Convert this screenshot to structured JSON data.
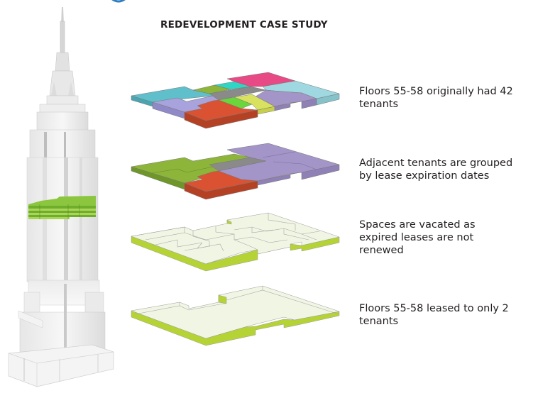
{
  "title": "REDEVELOPMENT CASE STUDY",
  "steps": [
    {
      "caption": "Floors 55-58 originally had 42 tenants",
      "line1": "Floors 55-58 originally had 42",
      "line2": "tenants",
      "line3": "",
      "illustration": "multi-tenant-floor-plate"
    },
    {
      "caption": "Adjacent tenants are grouped by lease expiration dates",
      "line1": "Adjacent tenants are grouped",
      "line2": "by lease expiration dates",
      "line3": "",
      "illustration": "grouped-tenant-floor-plate"
    },
    {
      "caption": "Spaces are vacated as expired leases are not renewed",
      "line1": "Spaces are vacated as",
      "line2": "expired leases are not",
      "line3": "renewed",
      "illustration": "vacated-floor-plate"
    },
    {
      "caption": "Floors 55-58 leased to only 2 tenants",
      "line1": "Floors 55-58 leased to only 2",
      "line2": "tenants",
      "line3": "",
      "illustration": "consolidated-floor-plate"
    }
  ],
  "colors": {
    "text": "#231f20",
    "highlight_green": "#8cc63f",
    "floor_green": "#b5d334",
    "floor_top": "#f1f6e4",
    "teal": "#5fbfcb",
    "lavender": "#a8a3dc",
    "orange_red": "#db5232",
    "olive_green": "#8db53a",
    "cyan": "#2fd6c4",
    "magenta": "#e84a86",
    "light_blue": "#9fd8e0",
    "purple": "#a495c8",
    "yellow": "#d8e25e",
    "bright_green": "#6ad63c",
    "corridor_gray": "#8a8a8a"
  },
  "building": {
    "name": "tower-illustration",
    "highlighted_floors": "55-58"
  }
}
